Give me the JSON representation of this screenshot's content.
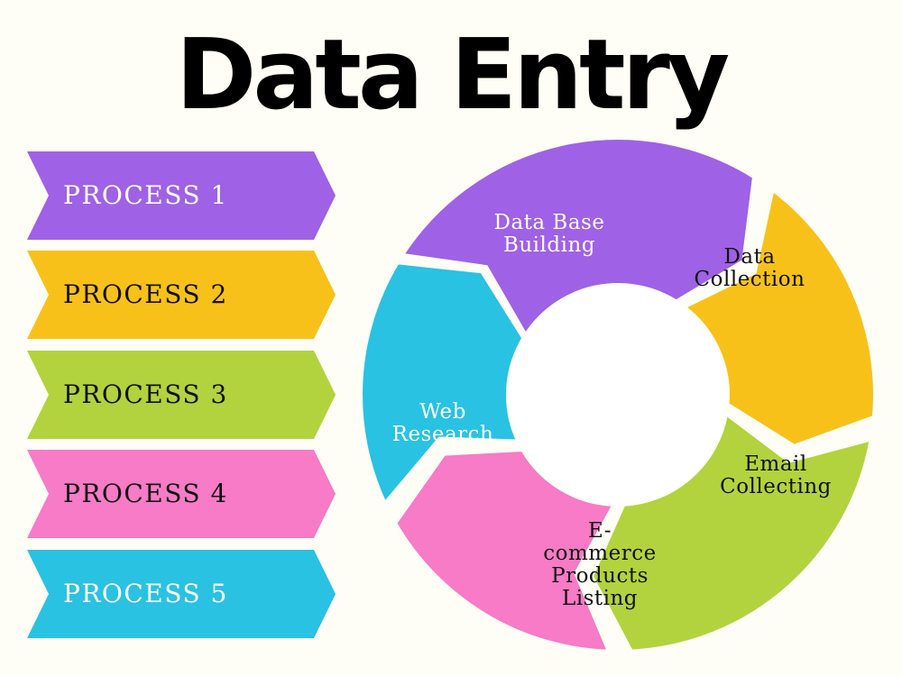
{
  "title": "Data Entry",
  "processes": [
    {
      "label": "PROCESS 1",
      "color": "#9f61e6",
      "text_color": "#ffffff"
    },
    {
      "label": "PROCESS 2",
      "color": "#f8c11a",
      "text_color": "#111111"
    },
    {
      "label": "PROCESS 3",
      "color": "#b2d33d",
      "text_color": "#111111"
    },
    {
      "label": "PROCESS 4",
      "color": "#f77bc6",
      "text_color": "#111111"
    },
    {
      "label": "PROCESS 5",
      "color": "#29c2e2",
      "text_color": "#ffffff"
    }
  ],
  "cycle": [
    {
      "lines": [
        "Data Base",
        "Building"
      ],
      "color": "#9f61e6",
      "text_color": "#ffffff"
    },
    {
      "lines": [
        "Data",
        "Collection"
      ],
      "color": "#f8c11a",
      "text_color": "#111111"
    },
    {
      "lines": [
        "Email",
        "Collecting"
      ],
      "color": "#b2d33d",
      "text_color": "#111111"
    },
    {
      "lines": [
        "E-",
        "commerce",
        "Products",
        "Listing"
      ],
      "color": "#f77bc6",
      "text_color": "#111111"
    },
    {
      "lines": [
        "Web",
        "Research"
      ],
      "color": "#29c2e2",
      "text_color": "#ffffff"
    }
  ]
}
